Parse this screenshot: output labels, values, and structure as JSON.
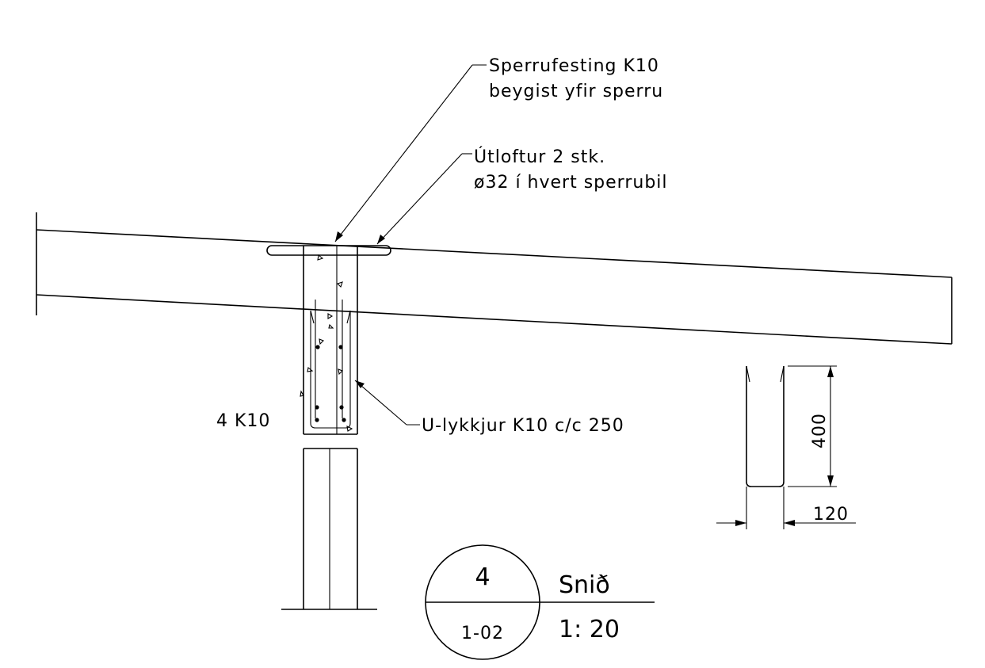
{
  "labels": {
    "rafter_fastener_line1": "Sperrufesting K10",
    "rafter_fastener_line2": "beygist yfir sperru",
    "vent_line1": "Útloftur 2 stk.",
    "vent_line2": "ø32 í hvert sperrubil",
    "bottom_bars": "4 K10",
    "u_loops": "U-lykkjur K10 c/c 250",
    "dim_height": "400",
    "dim_width": "120"
  },
  "section_marker": {
    "number": "4",
    "sheet": "1-02",
    "title": "Snið",
    "scale": "1: 20"
  }
}
